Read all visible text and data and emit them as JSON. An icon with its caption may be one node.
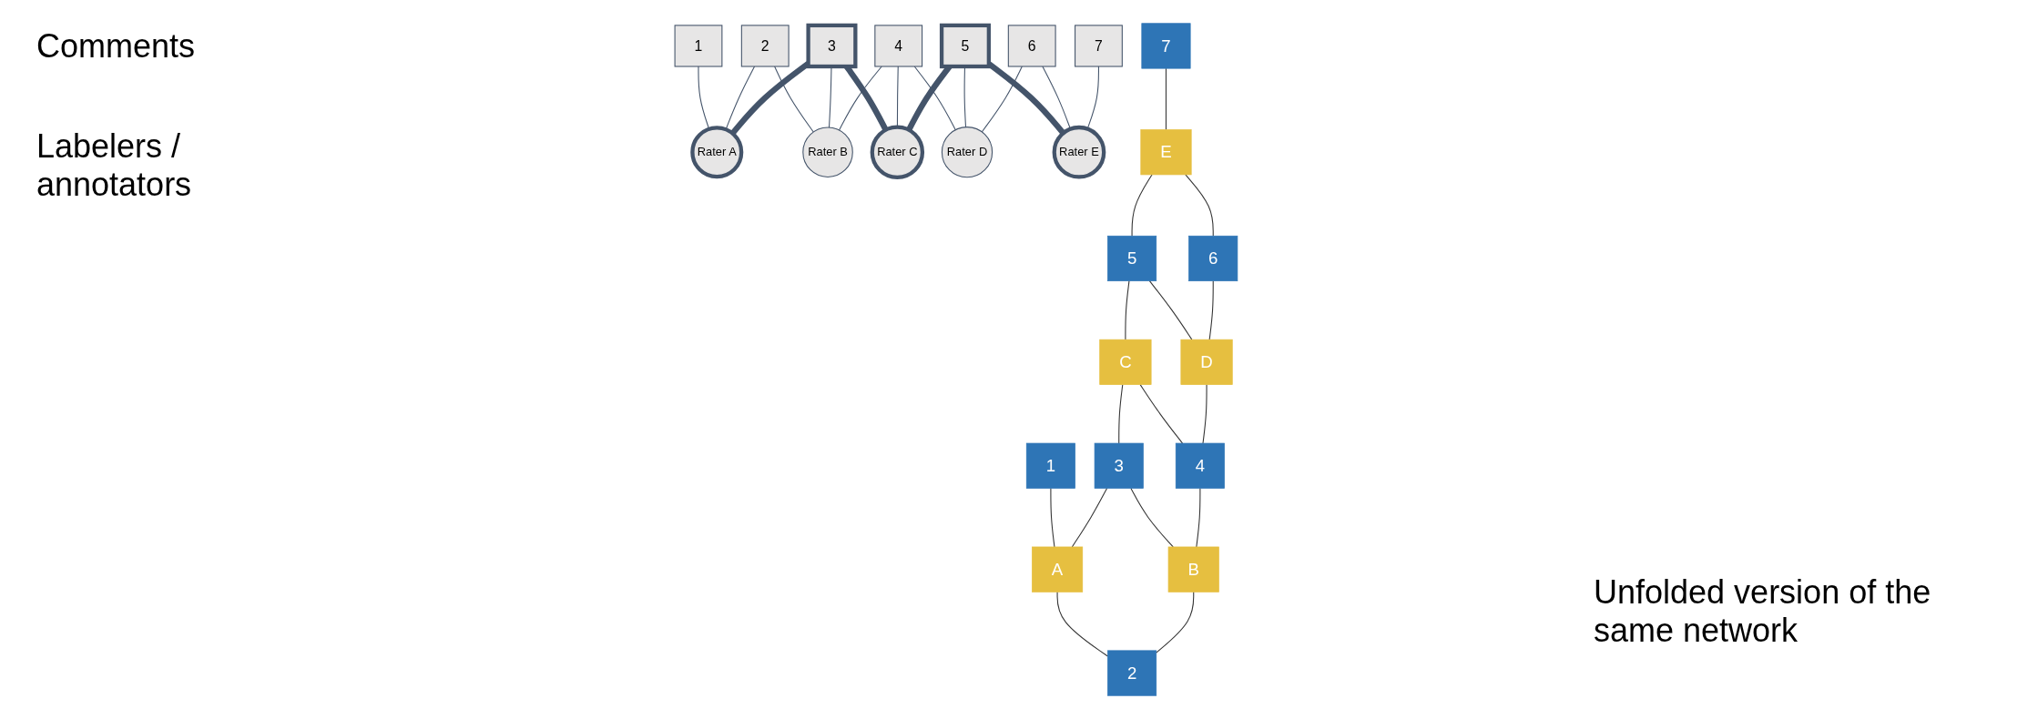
{
  "diagram": {
    "caption": "Unfolded version of the same network",
    "nodes": [
      {
        "text": [
          "1"
        ]
      },
      {
        "text": [
          "2"
        ]
      },
      {
        "text": [
          "3"
        ]
      },
      {
        "text": [
          "4"
        ]
      },
      {
        "text": [
          "5"
        ]
      },
      {
        "text": [
          "6"
        ]
      },
      {
        "text": [
          "7"
        ]
      },
      {
        "text": [
          "Rater A"
        ]
      },
      {
        "text": [
          "Rater B"
        ]
      },
      {
        "text": [
          "Rater C"
        ]
      },
      {
        "text": [
          "Rater D"
        ]
      },
      {
        "text": [
          "Rater E"
        ]
      },
      {
        "text": [
          "7"
        ]
      },
      {
        "text": [
          "1"
        ]
      },
      {
        "text": [
          "E"
        ]
      },
      {
        "text": [
          "5"
        ]
      },
      {
        "text": [
          "C"
        ]
      },
      {
        "text": [
          "3"
        ]
      },
      {
        "text": [
          "A"
        ]
      },
      {
        "text": [
          "6"
        ]
      },
      {
        "text": [
          "D"
        ]
      },
      {
        "text": [
          "4"
        ]
      },
      {
        "text": [
          "B"
        ]
      },
      {
        "text": [
          "2"
        ]
      }
    ],
    "edges": [
      {
        "from": 0,
        "to": 7,
        "arrow": "none"
      },
      {
        "from": 1,
        "to": 7,
        "arrow": "none"
      },
      {
        "from": 1,
        "to": 8,
        "arrow": "none"
      },
      {
        "from": 2,
        "to": 7,
        "arrow": "none",
        "style": "thick"
      },
      {
        "from": 2,
        "to": 8,
        "arrow": "none"
      },
      {
        "from": 2,
        "to": 9,
        "arrow": "none",
        "style": "thick"
      },
      {
        "from": 3,
        "to": 8,
        "arrow": "none"
      },
      {
        "from": 3,
        "to": 9,
        "arrow": "none"
      },
      {
        "from": 3,
        "to": 10,
        "arrow": "none"
      },
      {
        "from": 4,
        "to": 9,
        "arrow": "none",
        "style": "thick"
      },
      {
        "from": 4,
        "to": 10,
        "arrow": "none"
      },
      {
        "from": 4,
        "to": 11,
        "arrow": "none",
        "style": "thick"
      },
      {
        "from": 5,
        "to": 10,
        "arrow": "none"
      },
      {
        "from": 5,
        "to": 11,
        "arrow": "none"
      },
      {
        "from": 6,
        "to": 11,
        "arrow": "none"
      },
      {
        "from": 12,
        "to": 14,
        "arrow": "none",
        "color": "#333333"
      },
      {
        "from": 13,
        "to": 18,
        "arrow": "none",
        "color": "#333333"
      },
      {
        "from": 14,
        "to": 15,
        "arrow": "none",
        "color": "#333333"
      },
      {
        "from": 15,
        "to": 16,
        "arrow": "none",
        "color": "#333333"
      },
      {
        "from": 16,
        "to": 17,
        "arrow": "none",
        "color": "#333333"
      },
      {
        "from": 17,
        "to": 18,
        "arrow": "none",
        "color": "#333333"
      },
      {
        "from": 14,
        "to": 19,
        "arrow": "none",
        "color": "#333333"
      },
      {
        "from": 15,
        "to": 20,
        "arrow": "none",
        "color": "#333333"
      },
      {
        "from": 16,
        "to": 21,
        "arrow": "none",
        "color": "#333333"
      },
      {
        "from": 17,
        "to": 22,
        "arrow": "none",
        "color": "#333333"
      },
      {
        "from": 18,
        "to": 23,
        "arrow": "none",
        "color": "#333333"
      },
      {
        "from": 19,
        "to": 20,
        "arrow": "none",
        "color": "#333333"
      },
      {
        "from": 20,
        "to": 21,
        "arrow": "none",
        "color": "#333333"
      },
      {
        "from": 21,
        "to": 22,
        "arrow": "none",
        "color": "#333333"
      },
      {
        "from": 22,
        "to": 23,
        "arrow": "none",
        "color": "#333333"
      }
    ],
    "labels": [
      "Comments",
      "Labelers / annotators"
    ]
  }
}
